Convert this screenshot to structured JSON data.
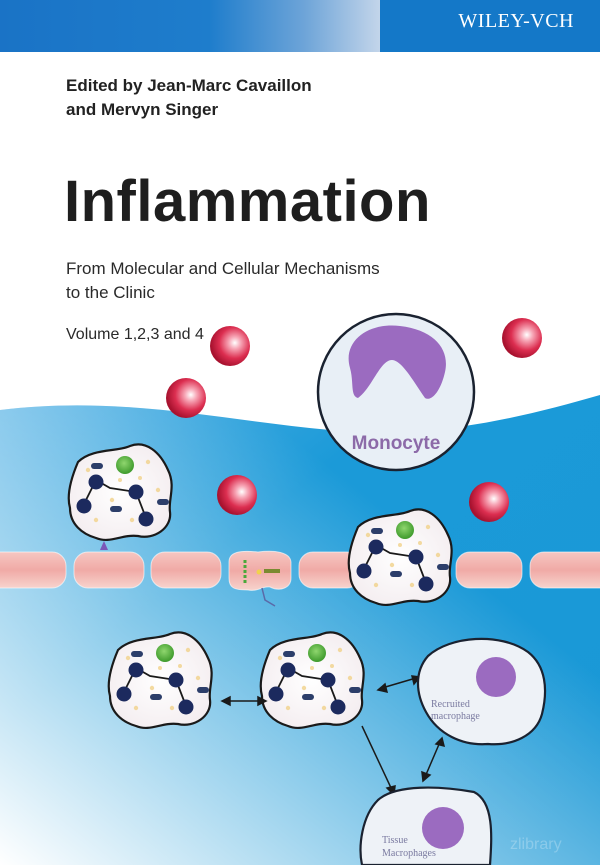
{
  "cover": {
    "publisher": "WILEY-VCH",
    "editors_line1": "Edited by Jean-Marc Cavaillon",
    "editors_line2": "and Mervyn Singer",
    "title": "Inflammation",
    "subtitle_line1": "From Molecular and Cellular Mechanisms",
    "subtitle_line2": "to the Clinic",
    "volume": "Volume 1,2,3 and 4",
    "watermark": "zlibrary"
  },
  "illustration": {
    "monocyte_label": "Monocyte",
    "recruited_label_line1": "Recruited",
    "recruited_label_line2": "macrophage",
    "tissue_label_line1": "Tissue",
    "tissue_label_line2": "Macrophages"
  },
  "colors": {
    "brand_blue": "#1478c8",
    "background_blue": "#1a9ad8",
    "nucleus_purple": "#9b6bc0",
    "red_sphere": "#d8284a",
    "endothelium_pink": "#f2b5b0",
    "nucleus_navy": "#1c2a5e",
    "green_granule": "#4aa83a"
  }
}
